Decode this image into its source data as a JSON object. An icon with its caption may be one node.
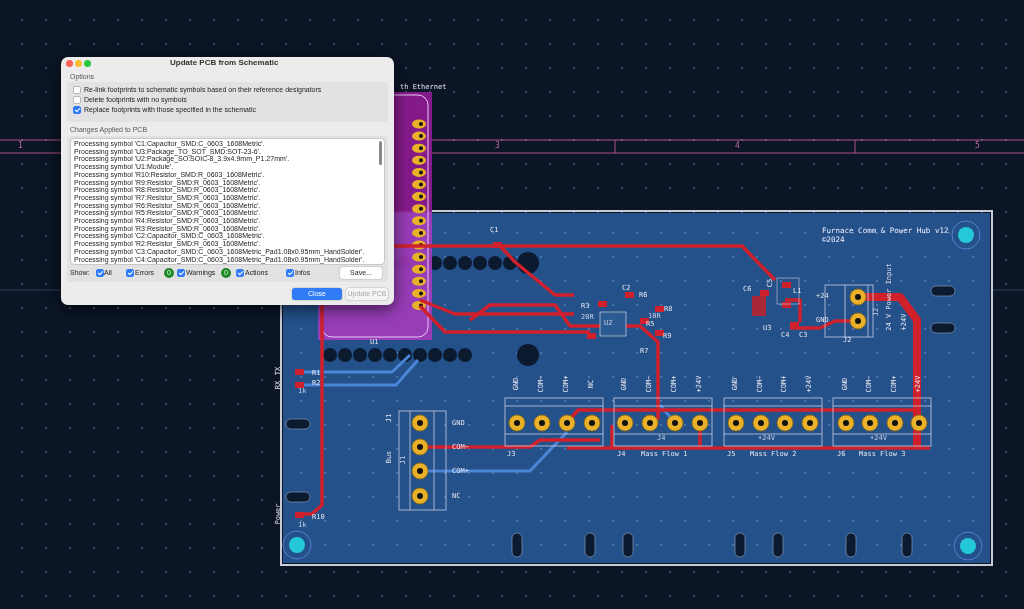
{
  "diagram": {
    "labels": [
      "Update PCB from Schematic",
      "Options",
      "Re-link footprints to schematic symbols based on their reference designators",
      "Delete footprints with no symbols",
      "Replace footprints with those specified in the schematic",
      "Changes Applied to PCB",
      "Processing symbol 'C1:Capacitor_SMD:C_0603_1608Metric'.",
      "Processing symbol 'U3:Package_TO_SOT_SMD:SOT-23-6'.",
      "Processing symbol 'U2:Package_SO:SOIC-8_3.9x4.9mm_P1.27mm'.",
      "Processing symbol 'U1:Module'.",
      "Processing symbol 'R10:Resistor_SMD:R_0603_1608Metric'.",
      "Processing symbol 'R9:Resistor_SMD:R_0603_1608Metric'.",
      "Processing symbol 'R8:Resistor_SMD:R_0603_1608Metric'.",
      "Processing symbol 'R7:Resistor_SMD:R_0603_1608Metric'.",
      "Processing symbol 'R6:Resistor_SMD:R_0603_1608Metric'.",
      "Processing symbol 'R5:Resistor_SMD:R_0603_1608Metric'.",
      "Processing symbol 'R4:Resistor_SMD:R_0603_1608Metric'.",
      "Processing symbol 'R3:Resistor_SMD:R_0603_1608Metric'.",
      "Processing symbol 'C2:Capacitor_SMD:C_0603_1608Metric'.",
      "Processing symbol 'R2:Resistor_SMD:R_0603_1608Metric'.",
      "Processing symbol 'C3:Capacitor_SMD:C_0603_1608Metric_Pad1.08x0.95mm_HandSolder'.",
      "Processing symbol 'C4:Capacitor_SMD:C_0603_1608Metric_Pad1.08x0.95mm_HandSolder'.",
      "Show:",
      "All",
      "Errors",
      "0",
      "Warnings",
      "0",
      "Actions",
      "Infos",
      "Save...",
      "Close",
      "Update PCB",
      "1",
      "3",
      "4",
      "5",
      "th Ethernet",
      "Furnace Comm & Power Hub v12",
      "©2024",
      "C1",
      "C2",
      "R6",
      "C6",
      "C5",
      "L1",
      "+24",
      "24 V Power Input",
      "R3",
      "R8",
      "20R",
      "U2",
      "10R",
      "R5",
      "GND",
      "U3",
      "C4",
      "C3",
      "J2",
      "R9",
      "R7",
      "U1",
      "TX",
      "R1",
      "RX",
      "R2",
      "1k",
      "GND",
      "COM−",
      "COM+",
      "NC",
      "GND",
      "COM−",
      "COM+",
      "+24V",
      "GND",
      "COM−",
      "COM+",
      "+24V",
      "GND",
      "COM−",
      "COM+",
      "+24V",
      "J1",
      "GND",
      "COM−",
      "Bus",
      "J1",
      "COM+",
      "NC",
      "J3",
      "J4",
      "Mass Flow 1",
      "J5",
      "+24V",
      "Mass Flow 2",
      "J6",
      "+24V",
      "Mass Flow 3",
      "Power",
      "R10",
      "1k",
      "J2",
      "+24V",
      "J4"
    ]
  }
}
